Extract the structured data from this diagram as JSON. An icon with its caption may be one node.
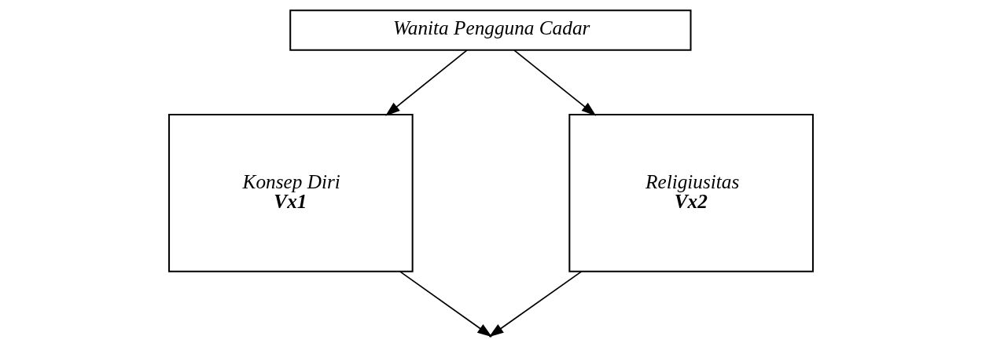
{
  "diagram": {
    "nodes": [
      {
        "text": [
          "Wanita Pengguna Cadar"
        ]
      },
      {
        "text": [
          "Konsep Diri",
          "Vx1"
        ]
      },
      {
        "text": [
          "Religiusitas",
          "Vx2"
        ]
      }
    ],
    "edges": [
      {
        "from": 0,
        "to": 1,
        "arrow": "to"
      },
      {
        "from": 0,
        "to": 2,
        "arrow": "to"
      },
      {
        "from": 1,
        "to": null,
        "arrow": "to"
      },
      {
        "from": 2,
        "to": null,
        "arrow": "to"
      }
    ]
  }
}
